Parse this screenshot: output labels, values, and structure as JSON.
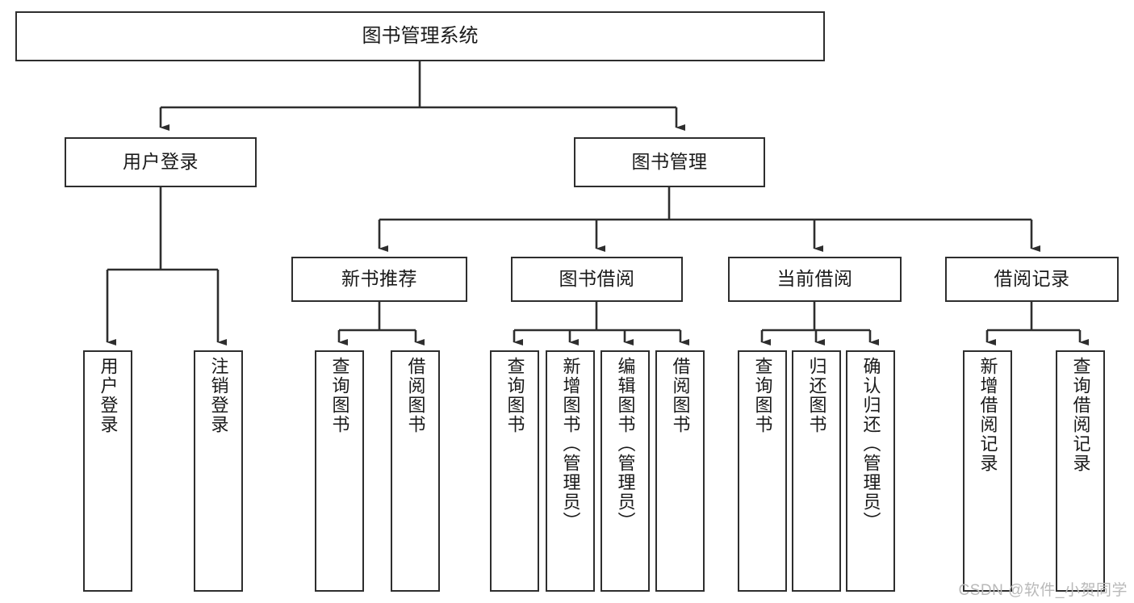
{
  "diagram": {
    "title": "图书管理系统",
    "type": "hierarchy-tree",
    "root": {
      "label": "图书管理系统"
    },
    "level2": [
      {
        "id": "user-login",
        "label": "用户登录"
      },
      {
        "id": "book-management",
        "label": "图书管理"
      }
    ],
    "level3": [
      {
        "id": "new-book-recommend",
        "label": "新书推荐"
      },
      {
        "id": "book-borrow",
        "label": "图书借阅"
      },
      {
        "id": "current-borrow",
        "label": "当前借阅"
      },
      {
        "id": "borrow-record",
        "label": "借阅记录"
      }
    ],
    "leaves": {
      "user_login": [
        {
          "id": "leaf-user-login",
          "label": "用户登录"
        },
        {
          "id": "leaf-logout-login",
          "label": "注销登录"
        }
      ],
      "new_book_recommend": [
        {
          "id": "leaf-query-book-1",
          "label": "查询图书"
        },
        {
          "id": "leaf-borrow-book-1",
          "label": "借阅图书"
        }
      ],
      "book_borrow": [
        {
          "id": "leaf-query-book-2",
          "label": "查询图书"
        },
        {
          "id": "leaf-add-book",
          "label": "新增图书（管理员）"
        },
        {
          "id": "leaf-edit-book",
          "label": "编辑图书（管理员）"
        },
        {
          "id": "leaf-borrow-book-2",
          "label": "借阅图书"
        }
      ],
      "current_borrow": [
        {
          "id": "leaf-query-book-3",
          "label": "查询图书"
        },
        {
          "id": "leaf-return-book",
          "label": "归还图书"
        },
        {
          "id": "leaf-confirm-return",
          "label": "确认归还（管理员）"
        }
      ],
      "borrow_record": [
        {
          "id": "leaf-add-record",
          "label": "新增借阅记录"
        },
        {
          "id": "leaf-query-record",
          "label": "查询借阅记录"
        }
      ]
    }
  },
  "watermark": {
    "text": "CSDN @软件_小贺同学"
  },
  "colors": {
    "stroke": "#2e2e2e",
    "background": "#ffffff",
    "text": "#1a1a1a",
    "watermark": "#b9b9b9"
  }
}
